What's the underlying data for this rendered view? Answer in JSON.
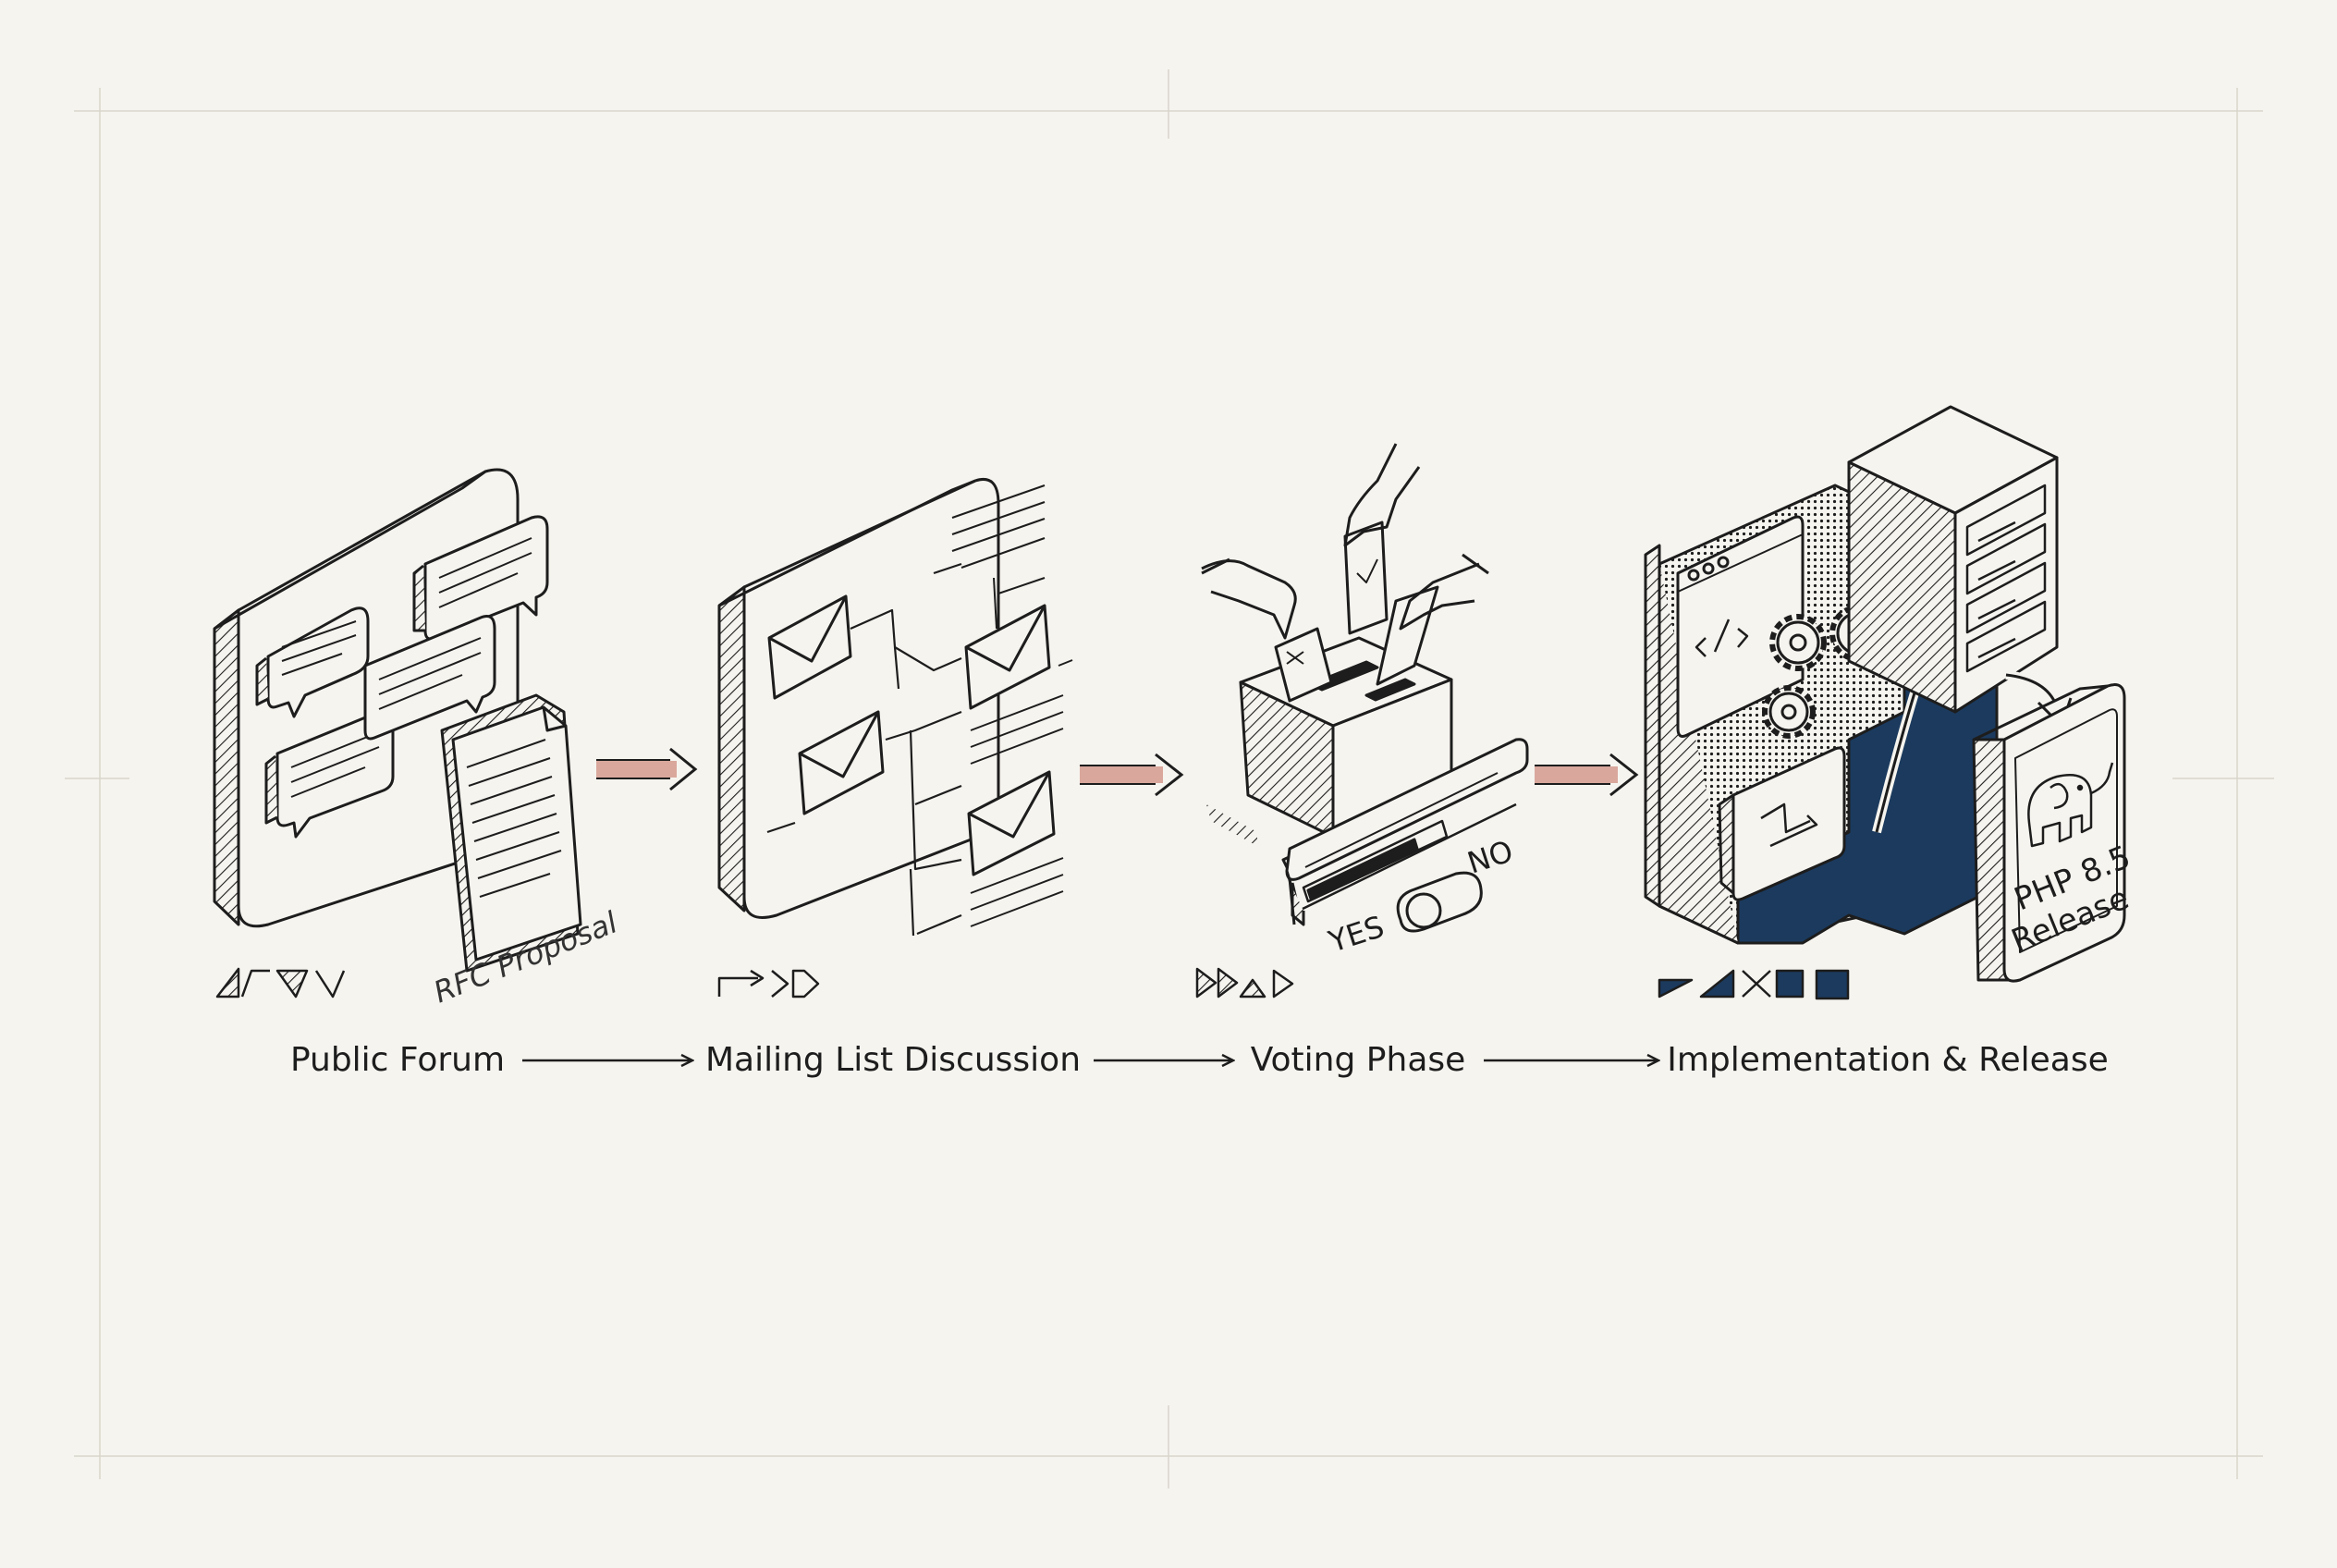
{
  "colors": {
    "background": "#f6f4ef",
    "ink": "#1d1d1d",
    "accent_arrow": "#d9a79c",
    "navy": "#1b3a5e",
    "frame_line": "#d8d5cc"
  },
  "stages": [
    {
      "label": "Public Forum",
      "icon": "chat-board-icon"
    },
    {
      "label": "Mailing List Discussion",
      "icon": "mailing-list-icon"
    },
    {
      "label": "Voting Phase",
      "icon": "ballot-box-icon"
    },
    {
      "label": "Implementation & Release",
      "icon": "server-release-icon"
    }
  ],
  "illustration_text": {
    "rfc_proposal": "RFC Proposal",
    "yes": "YES",
    "no": "NO",
    "php_version": "PHP 8.5",
    "release": "Release"
  }
}
